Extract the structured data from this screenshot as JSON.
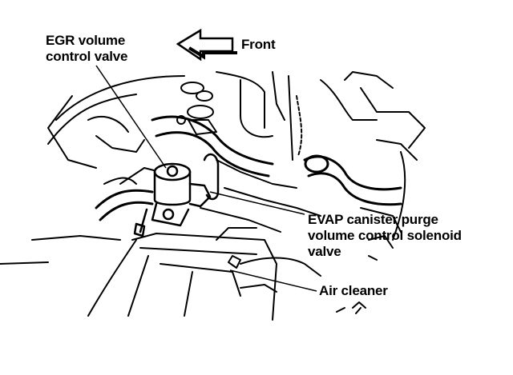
{
  "labels": {
    "egr": [
      "EGR volume",
      "control valve"
    ],
    "front": "Front",
    "evap": [
      "EVAP canister purge",
      "volume control solenoid",
      "valve"
    ],
    "air_cleaner": "Air cleaner"
  },
  "colors": {
    "ink": "#000000",
    "paper": "#ffffff"
  },
  "icons": {
    "front_arrow": "left-arrow-icon"
  }
}
